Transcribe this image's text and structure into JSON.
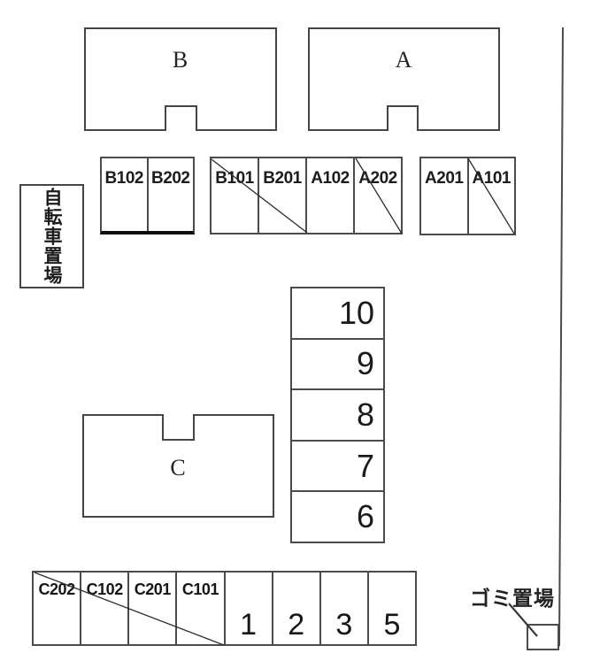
{
  "diagram": {
    "kind": "apartment-site-parking-plan",
    "buildings": [
      {
        "id": "B",
        "label": "B"
      },
      {
        "id": "A",
        "label": "A"
      },
      {
        "id": "C",
        "label": "C"
      }
    ],
    "bicycle_area": {
      "label": "自転車置場"
    },
    "garbage_area": {
      "label": "ゴミ置場"
    },
    "parking": {
      "upper_row": {
        "block_b": [
          "B102",
          "B202"
        ],
        "block_center": [
          "B101",
          "B201",
          "A102",
          "A202"
        ],
        "block_a": [
          "A201",
          "A101"
        ]
      },
      "middle_column": [
        "10",
        "9",
        "8",
        "7",
        "6"
      ],
      "bottom_row": [
        "C202",
        "C102",
        "C201",
        "C101",
        "1",
        "2",
        "3",
        "5"
      ],
      "crossed_out_spaces": [
        "B101",
        "B201",
        "A202",
        "A101",
        "C202",
        "C102",
        "C201",
        "C101"
      ]
    },
    "colors": {
      "line": "#454545",
      "heavy_line": "#0e0e0e",
      "text": "#161616",
      "background": "#ffffff"
    }
  }
}
